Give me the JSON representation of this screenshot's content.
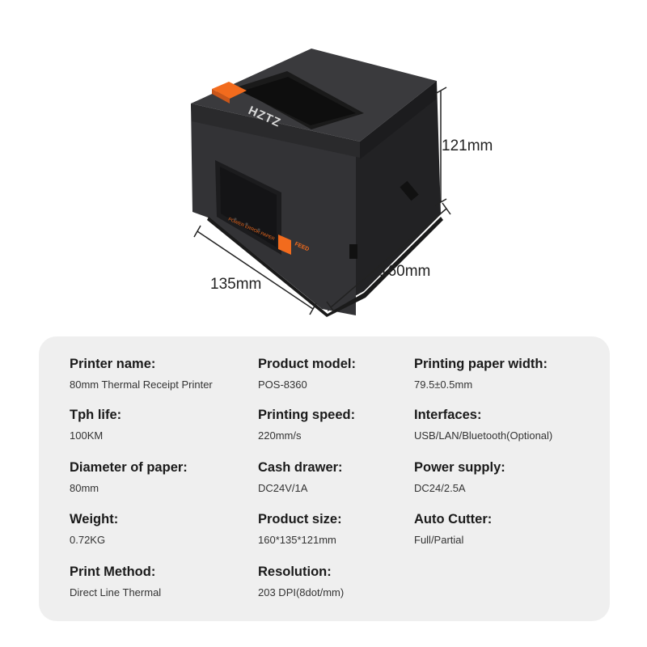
{
  "product": {
    "brand_logo": "HZTZ",
    "panel_labels": "POWER ERROR PAPER",
    "feed_label": "FEED",
    "dimensions": {
      "height": "121mm",
      "depth": "160mm",
      "width": "135mm"
    }
  },
  "specs": [
    {
      "label": "Printer name:",
      "value": "80mm Thermal Receipt Printer"
    },
    {
      "label": "Product model:",
      "value": "POS-8360"
    },
    {
      "label": "Printing paper width:",
      "value": "79.5±0.5mm"
    },
    {
      "label": "Tph life:",
      "value": "100KM"
    },
    {
      "label": "Printing speed:",
      "value": "220mm/s"
    },
    {
      "label": "Interfaces:",
      "value": "USB/LAN/Bluetooth(Optional)"
    },
    {
      "label": "Diameter of paper:",
      "value": "80mm"
    },
    {
      "label": "Cash drawer:",
      "value": "DC24V/1A"
    },
    {
      "label": "Power supply:",
      "value": "DC24/2.5A"
    },
    {
      "label": "Weight:",
      "value": "0.72KG"
    },
    {
      "label": "Product size:",
      "value": "160*135*121mm"
    },
    {
      "label": "Auto Cutter:",
      "value": "Full/Partial"
    },
    {
      "label": "Print Method:",
      "value": "Direct Line Thermal"
    },
    {
      "label": "Resolution:",
      "value": "203 DPI(8dot/mm)"
    }
  ],
  "colors": {
    "accent": "#f26b1d",
    "body": "#2b2b2d",
    "panel_bg": "#efefef"
  }
}
